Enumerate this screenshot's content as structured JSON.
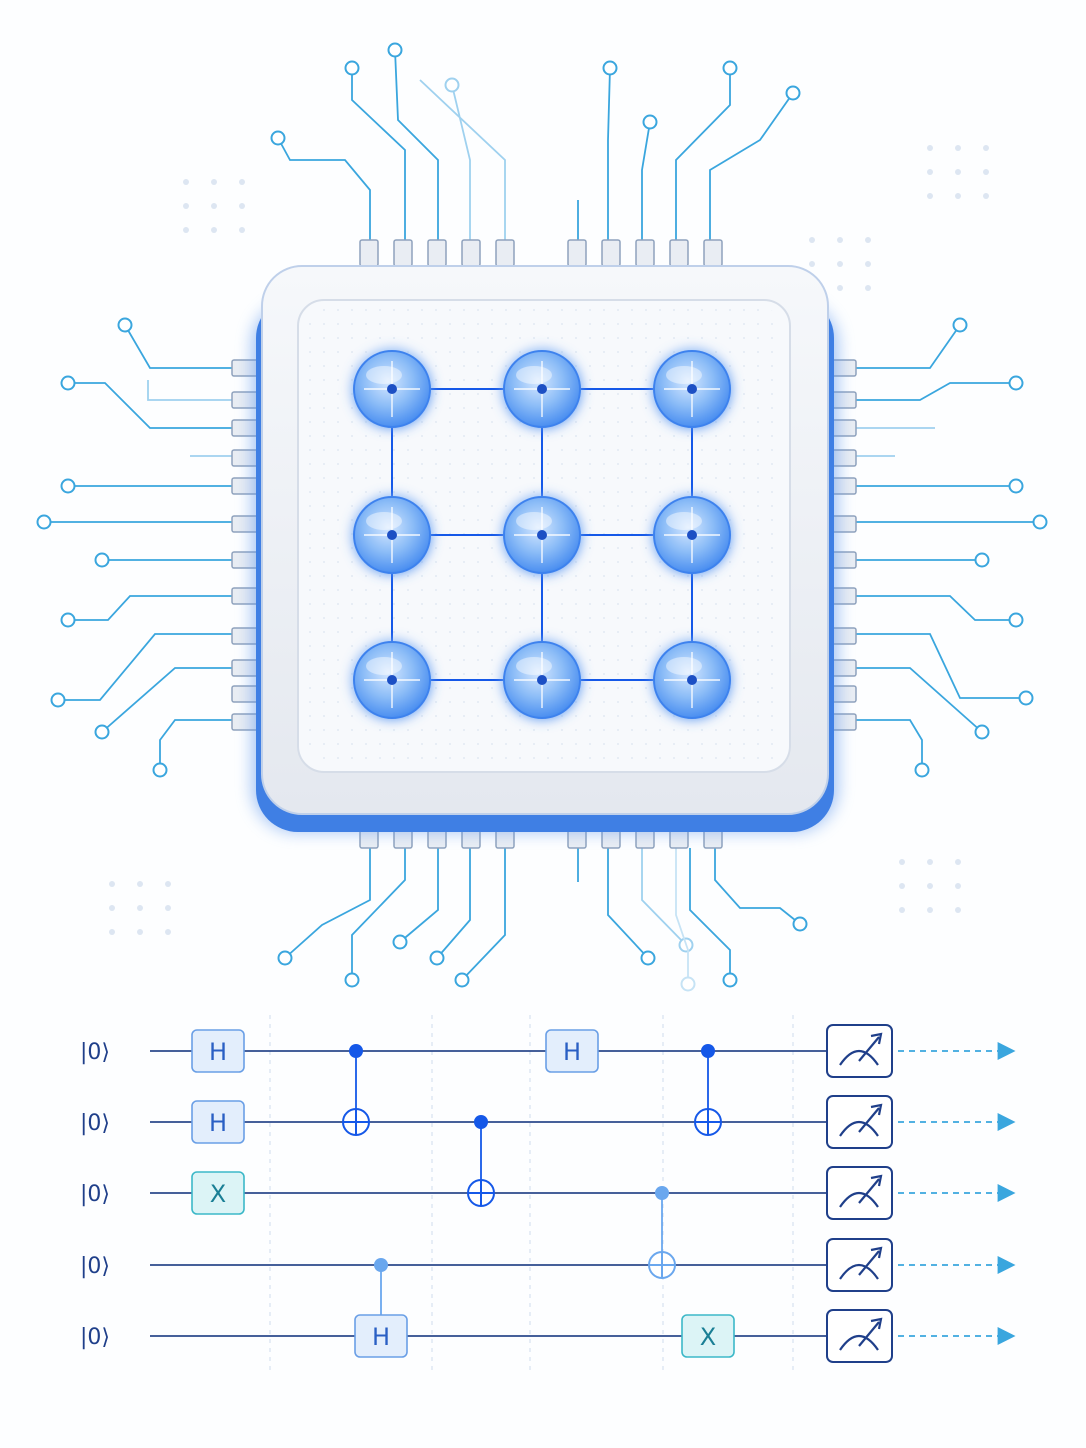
{
  "colors": {
    "wire": "#2b4a8c",
    "accent": "#1558e8",
    "trace": "#3aa6de",
    "trace_light": "#9fd1ef",
    "teal": "#1ea6b8",
    "gate_h_fill": "#e3eefc",
    "gate_x_fill": "#dcf4f6",
    "chip_shell": "#eef1f6",
    "chip_border": "#4b87e6"
  },
  "chip": {
    "qubit_rows": 3,
    "qubit_cols": 3
  },
  "circuit": {
    "qubits": [
      {
        "label": "|0⟩"
      },
      {
        "label": "|0⟩"
      },
      {
        "label": "|0⟩"
      },
      {
        "label": "|0⟩"
      },
      {
        "label": "|0⟩"
      }
    ],
    "gates": [
      {
        "type": "H",
        "label": "H",
        "qubit": 0,
        "step": 0
      },
      {
        "type": "H",
        "label": "H",
        "qubit": 1,
        "step": 0
      },
      {
        "type": "X",
        "label": "X",
        "qubit": 2,
        "step": 0
      },
      {
        "type": "H",
        "label": "H",
        "qubit": 0,
        "step": 4
      },
      {
        "type": "H",
        "label": "H",
        "qubit": 4,
        "step": 2
      },
      {
        "type": "X",
        "label": "X",
        "qubit": 4,
        "step": 6
      }
    ],
    "controls": [
      {
        "control": 0,
        "target": 1,
        "step": 1,
        "kind": "cnot"
      },
      {
        "control": 1,
        "target": 2,
        "step": 3,
        "kind": "cnot"
      },
      {
        "control": 3,
        "target": 4,
        "step": 2,
        "kind": "control-gate"
      },
      {
        "control": 2,
        "target": 3,
        "step": 5,
        "kind": "cnot"
      },
      {
        "control": 0,
        "target": 1,
        "step": 6,
        "kind": "cnot"
      }
    ],
    "measurements": [
      0,
      1,
      2,
      3,
      4
    ],
    "measure_icon": "meter-icon",
    "output_icon": "arrow-right-icon"
  }
}
